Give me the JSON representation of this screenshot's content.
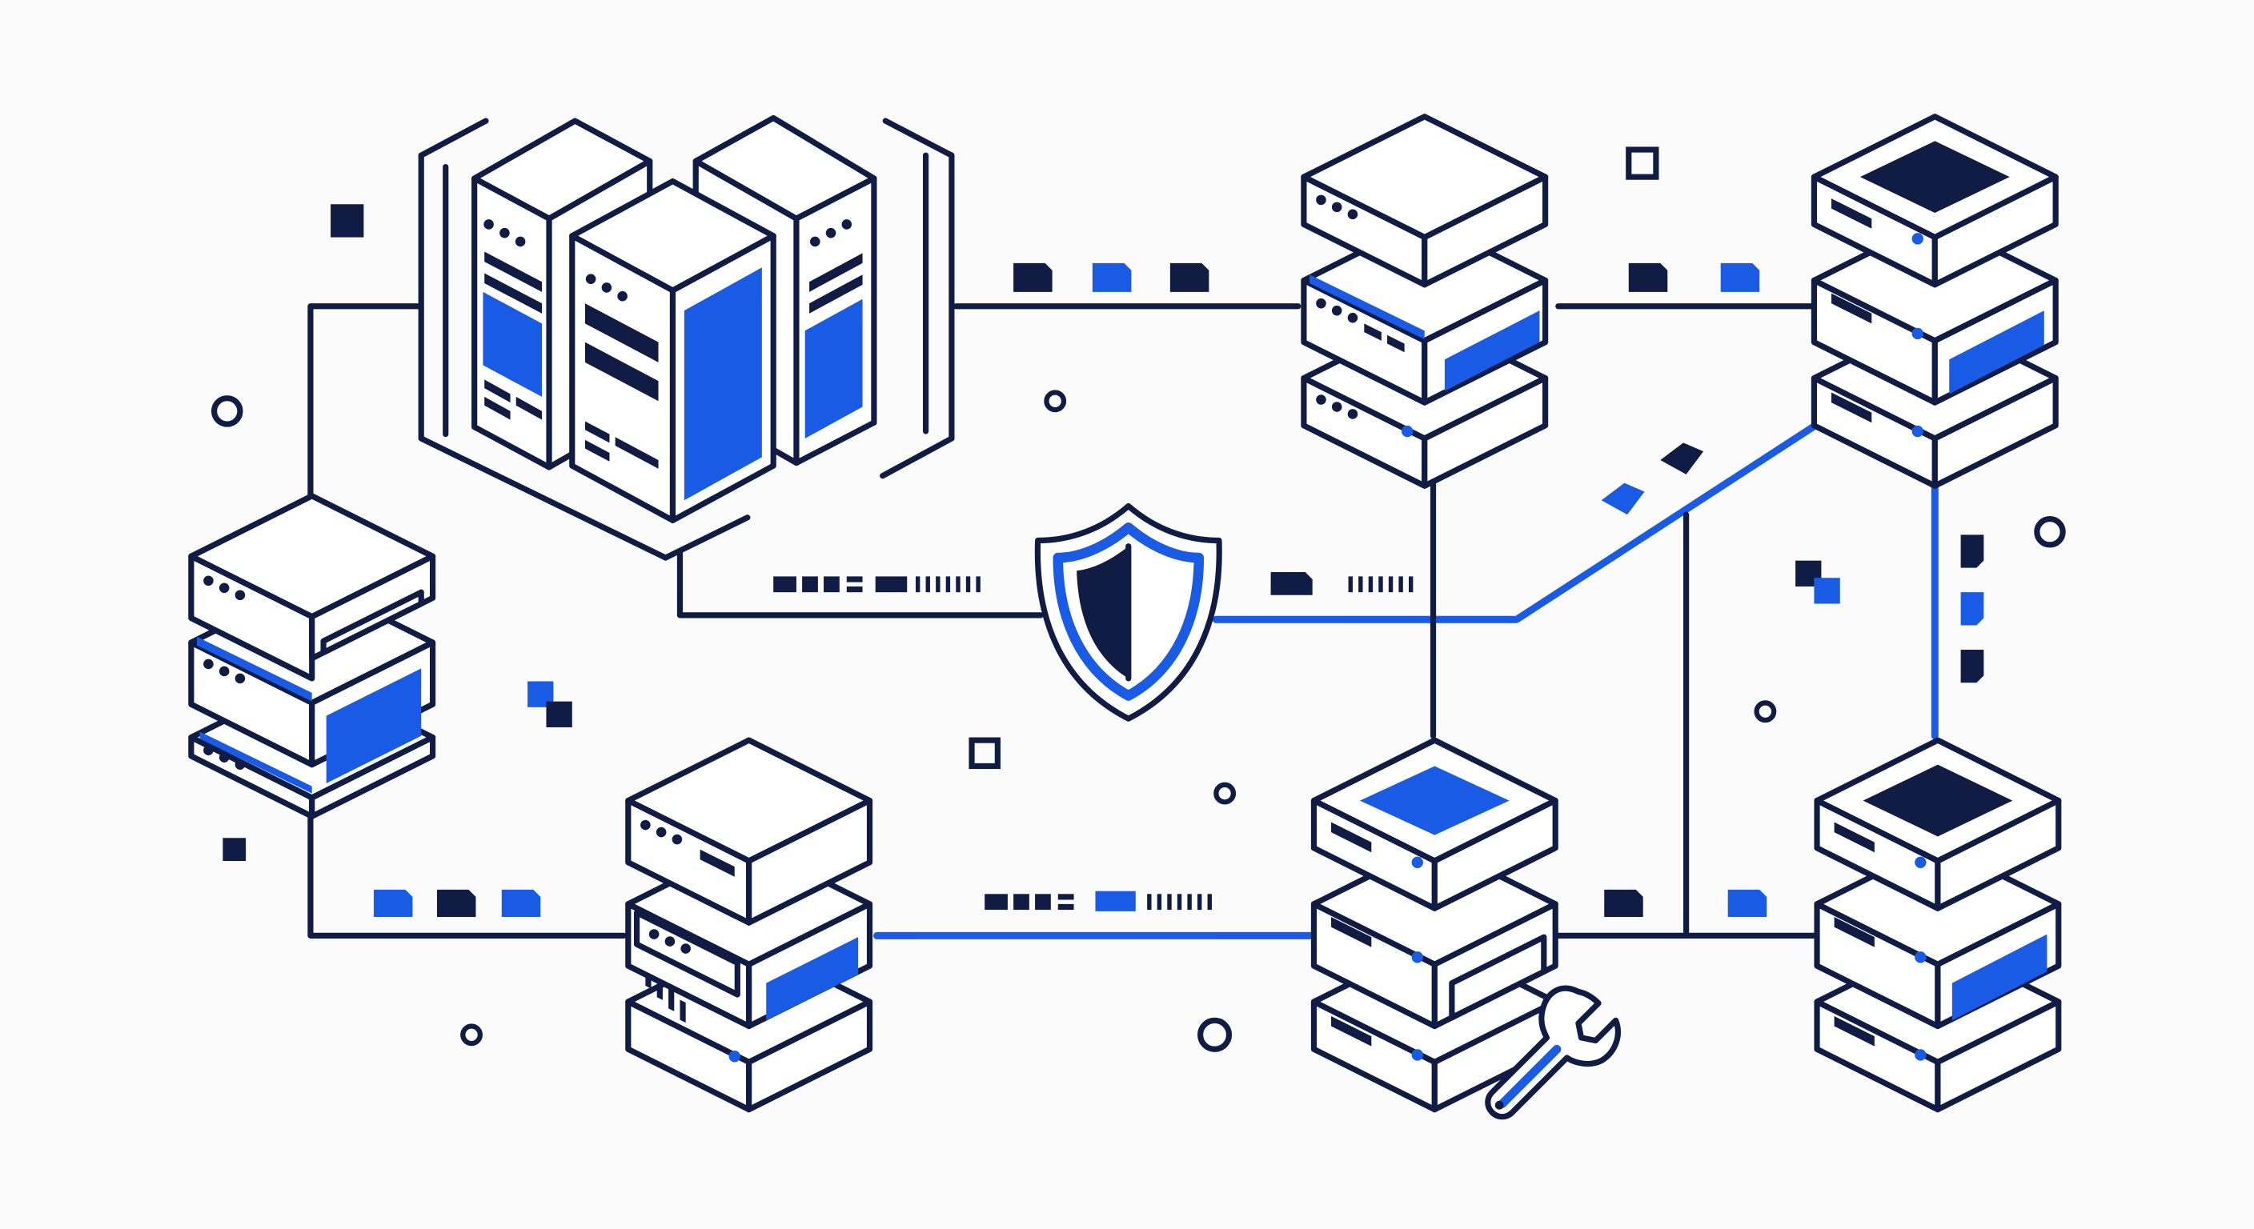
{
  "diagram": {
    "type": "network-infrastructure-illustration",
    "colors": {
      "background": "#fbfbfb",
      "line": "#111c45",
      "accent": "#1a5be6",
      "fill": "#ffffff"
    },
    "nodes": [
      {
        "id": "datacenter-cluster",
        "kind": "rack-cluster",
        "racks": 3
      },
      {
        "id": "server-stack-left",
        "kind": "server-stack",
        "units": 3
      },
      {
        "id": "server-stack-bottom-left",
        "kind": "server-stack",
        "units": 3
      },
      {
        "id": "server-stack-top-center",
        "kind": "server-stack",
        "units": 3
      },
      {
        "id": "server-stack-bottom-center",
        "kind": "server-stack",
        "units": 3
      },
      {
        "id": "server-stack-top-right",
        "kind": "server-stack",
        "units": 3
      },
      {
        "id": "server-stack-bottom-right",
        "kind": "server-stack",
        "units": 3
      }
    ],
    "icons": [
      "shield-icon",
      "wrench-icon"
    ],
    "links": [
      {
        "from": "datacenter-cluster",
        "to": "server-stack-top-center",
        "style": "dark"
      },
      {
        "from": "server-stack-top-center",
        "to": "server-stack-top-right",
        "style": "dark"
      },
      {
        "from": "datacenter-cluster",
        "to": "server-stack-left",
        "style": "dark"
      },
      {
        "from": "server-stack-left",
        "to": "server-stack-bottom-left",
        "style": "dark"
      },
      {
        "from": "server-stack-bottom-left",
        "to": "server-stack-bottom-center",
        "style": "accent"
      },
      {
        "from": "datacenter-cluster",
        "to": "shield-icon",
        "style": "dark"
      },
      {
        "from": "shield-icon",
        "to": "server-stack-top-right",
        "style": "accent"
      },
      {
        "from": "server-stack-top-center",
        "to": "server-stack-bottom-center",
        "style": "dark"
      },
      {
        "from": "server-stack-top-right",
        "to": "server-stack-bottom-right",
        "style": "accent"
      },
      {
        "from": "server-stack-bottom-center",
        "to": "server-stack-bottom-right",
        "style": "dark"
      }
    ]
  }
}
